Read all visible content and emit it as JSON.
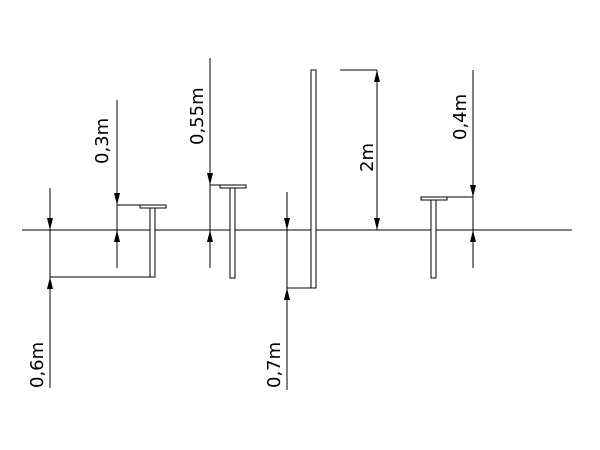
{
  "diagram": {
    "ground_label": "",
    "dimensions": {
      "height_0_3": "0,3m",
      "height_0_55": "0,55m",
      "height_2": "2m",
      "height_0_4": "0,4m",
      "depth_0_6": "0,6m",
      "depth_0_7": "0,7m"
    }
  }
}
